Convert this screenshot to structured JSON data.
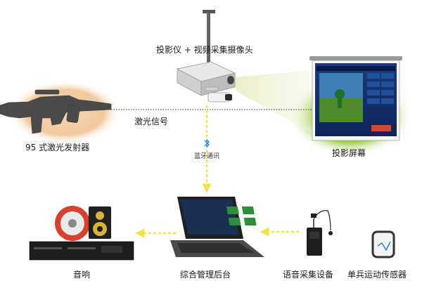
{
  "labels": {
    "projector": "投影仪 + 视频采集摄像头",
    "laser_signal": "激光信号",
    "rifle": "95 式激光发射器",
    "bluetooth": "蓝牙通讯",
    "screen": "投影屏幕",
    "speaker": "音响",
    "backend": "综合管理后台",
    "voice": "语音采集设备",
    "sensor": "单兵运动传感器"
  },
  "colors": {
    "connector": "#f2e34a",
    "laser_line": "#444444",
    "glow_green": "#8ec63f",
    "glow_peach": "#f2c9a0",
    "bluetooth": "#1e88e5"
  },
  "icons": {
    "bluetooth": "bluetooth-icon"
  }
}
